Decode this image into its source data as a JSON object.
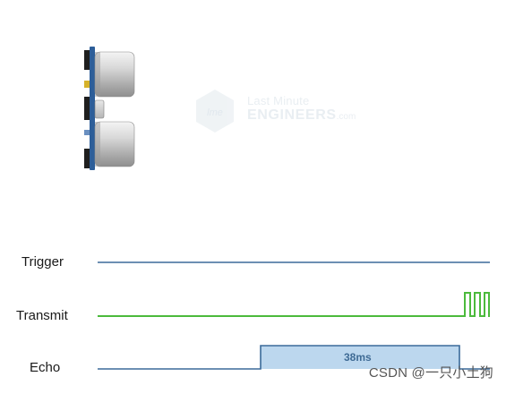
{
  "watermark": {
    "line1": "Last Minute",
    "line2": "ENGINEERS",
    "suffix": ".com"
  },
  "signals": [
    {
      "name": "Trigger",
      "color": "#3b6a9a"
    },
    {
      "name": "Transmit",
      "color": "#4cba3c"
    },
    {
      "name": "Echo",
      "color": "#3b6a9a"
    }
  ],
  "echo_pulse": {
    "label": "38ms",
    "fill": "#bcd7ee"
  },
  "transmit_burst": {
    "cycles": 3
  },
  "credit": "CSDN @一只小土狗",
  "colors": {
    "sensor_board": "#2d5e99",
    "transducer": "#c9c9c9"
  }
}
